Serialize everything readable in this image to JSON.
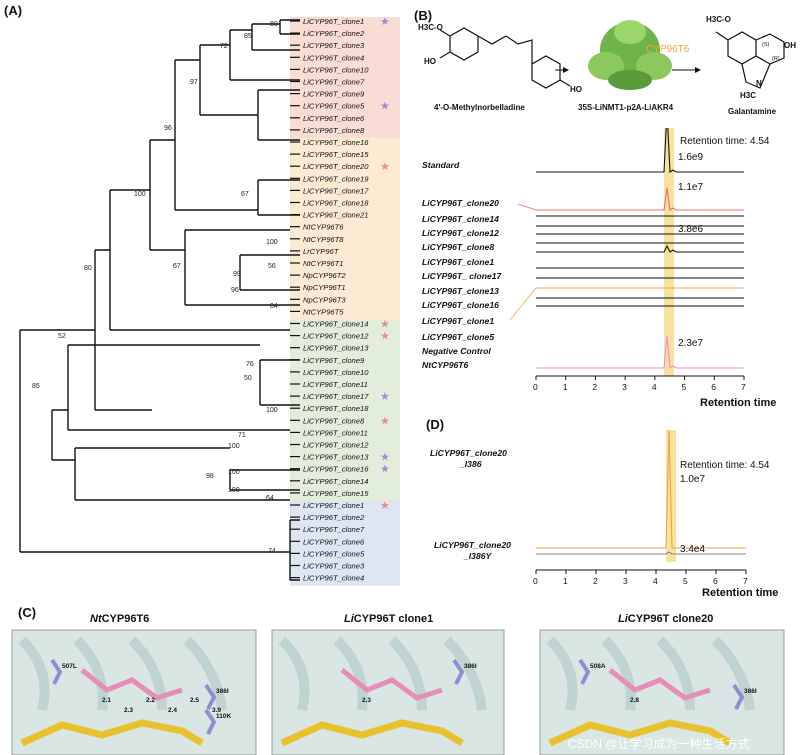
{
  "panels": {
    "A": "(A)",
    "B": "(B)",
    "C": "(C)",
    "D": "(D)"
  },
  "tree": {
    "leaves": [
      "LiCYP96T_clone1",
      "LiCYP96T_clone2",
      "LiCYP96T_clone3",
      "LiCYP96T_clone4",
      "LiCYP96T_clone10",
      "LiCYP96T_clone7",
      "LiCYP96T_clone9",
      "LiCYP96T_clone5",
      "LiCYP96T_clone6",
      "LiCYP96T_clone8",
      "LiCYP96T_clone16",
      "LiCYP96T_clone15",
      "LiCYP96T_clone20",
      "LiCYP96T_clone19",
      "LiCYP96T_clone17",
      "LiCYP96T_clone18",
      "LiCYP96T_clone21",
      "NtCYP96T6",
      "NtCYP96T8",
      "LrCYP96T",
      "NtCYP96T1",
      "NpCYP96T2",
      "NpCYP96T1",
      "NpCYP96T3",
      "NtCYP96T5",
      "LiCYP96T_clone14",
      "LiCYP96T_clone12",
      "LiCYP96T_clone13",
      "LiCYP96T_clone9",
      "LiCYP96T_clone10",
      "LiCYP96T_clone11",
      "LiCYP96T_clone17",
      "LiCYP96T_clone18",
      "LiCYP96T_clone8",
      "LiCYP96T_clone11",
      "LiCYP96T_clone12",
      "LiCYP96T_clone13",
      "LiCYP96T_clone16",
      "LiCYP96T_clone14",
      "LiCYP96T_clone15",
      "LiCYP96T_clone1",
      "LiCYP96T_clone2",
      "LiCYP96T_clone7",
      "LiCYP96T_clone6",
      "LiCYP96T_clone5",
      "LiCYP96T_clone3",
      "LiCYP96T_clone4"
    ],
    "bootstrap": [
      "80",
      "85",
      "72",
      "97",
      "96",
      "100",
      "67",
      "100",
      "67",
      "99",
      "56",
      "96",
      "84",
      "80",
      "52",
      "76",
      "50",
      "100",
      "85",
      "71",
      "100",
      "100",
      "98",
      "100",
      "64",
      "74"
    ],
    "stars": [
      {
        "row": 0,
        "color": "#9b8be0"
      },
      {
        "row": 7,
        "color": "#9b8be0"
      },
      {
        "row": 12,
        "color": "#ef8a8a"
      },
      {
        "row": 25,
        "color": "#ef8a8a"
      },
      {
        "row": 26,
        "color": "#ef8a8a"
      },
      {
        "row": 31,
        "color": "#9b8be0"
      },
      {
        "row": 33,
        "color": "#ef8a8a"
      },
      {
        "row": 36,
        "color": "#9b8be0"
      },
      {
        "row": 37,
        "color": "#9b8be0"
      },
      {
        "row": 40,
        "color": "#ef8a8a"
      }
    ],
    "bands": [
      {
        "from": 0,
        "to": 9,
        "color": "#f9dcd3"
      },
      {
        "from": 10,
        "to": 24,
        "color": "#fcebd2"
      },
      {
        "from": 25,
        "to": 39,
        "color": "#e2eedb"
      },
      {
        "from": 40,
        "to": 46,
        "color": "#dde6f2"
      }
    ]
  },
  "pathway": {
    "substrate": "4'-O-Methylnorbelladine",
    "plant": "35S-LiNMT1-p2A-LiAKR4",
    "enzyme": "CYP96T6",
    "product": "Galantamine",
    "groups": {
      "ho": "HO",
      "och3": "H3C-O",
      "oh": "OH",
      "nch3": "H3C",
      "n": "N",
      "s": "(S)",
      "r": "(R)"
    }
  },
  "chromB": {
    "retention_label": "Retention time: 4.54",
    "xlabel": "Retention time",
    "ticks": [
      "0",
      "1",
      "2",
      "3",
      "4",
      "5",
      "6",
      "7"
    ],
    "traces": [
      {
        "label": "Standard",
        "color": "#111111",
        "italic": false,
        "peak": "1.6e9"
      },
      {
        "label": "LiCYP96T_clone20",
        "color": "#ef6c6c",
        "italic": true,
        "peak": "1.1e7"
      },
      {
        "label": "LiCYP96T_clone14",
        "color": "#111111",
        "italic": true
      },
      {
        "label": "LiCYP96T_clone12",
        "color": "#111111",
        "italic": true
      },
      {
        "label": "LiCYP96T_clone8",
        "color": "#111111",
        "italic": true
      },
      {
        "label": "LiCYP96T_clone1",
        "color": "#111111",
        "italic": true
      },
      {
        "label": "LiCYP96T_ clone17",
        "color": "#111111",
        "italic": true,
        "peak": "3.8e6"
      },
      {
        "label": "LiCYP96T_clone13",
        "color": "#111111",
        "italic": true
      },
      {
        "label": "LiCYP96T_clone16",
        "color": "#111111",
        "italic": true
      },
      {
        "label": "LiCYP96T_clone1",
        "color": "#f4a340",
        "italic": true
      },
      {
        "label": "LiCYP96T_clone5",
        "color": "#111111",
        "italic": true
      },
      {
        "label": "Negative Control",
        "color": "#111111",
        "italic": false,
        "peak": "2.3e7"
      },
      {
        "label": "NtCYP96T6",
        "color": "#f08ad6",
        "italic": true
      }
    ]
  },
  "chromD": {
    "retention_label": "Retention time: 4.54",
    "xlabel": "Retention time",
    "ticks": [
      "0",
      "1",
      "2",
      "3",
      "4",
      "5",
      "6",
      "7"
    ],
    "traces": [
      {
        "label": "LiCYP96T_clone20\n_I386",
        "color": "#f4a340",
        "peak": "1.0e7"
      },
      {
        "label": "LiCYP96T_clone20\n_I386Y",
        "color": "#888888",
        "peak": "3.4e4"
      }
    ]
  },
  "structures": [
    {
      "title_italic": "Nt",
      "title_rest": "CYP96T6",
      "residues": [
        "507L",
        "386I",
        "110K"
      ],
      "distances": [
        "2.1",
        "2.3",
        "2.2",
        "2.4",
        "2.5",
        "3.9"
      ]
    },
    {
      "title_italic": "Li",
      "title_rest": "CYP96T clone1",
      "residues": [
        "386I"
      ],
      "distances": [
        "2.3"
      ]
    },
    {
      "title_italic": "Li",
      "title_rest": "CYP96T clone20",
      "residues": [
        "508A",
        "386I"
      ],
      "distances": [
        "2.8"
      ]
    }
  ],
  "watermark": "CSDN @让学习成为一种生活方式"
}
